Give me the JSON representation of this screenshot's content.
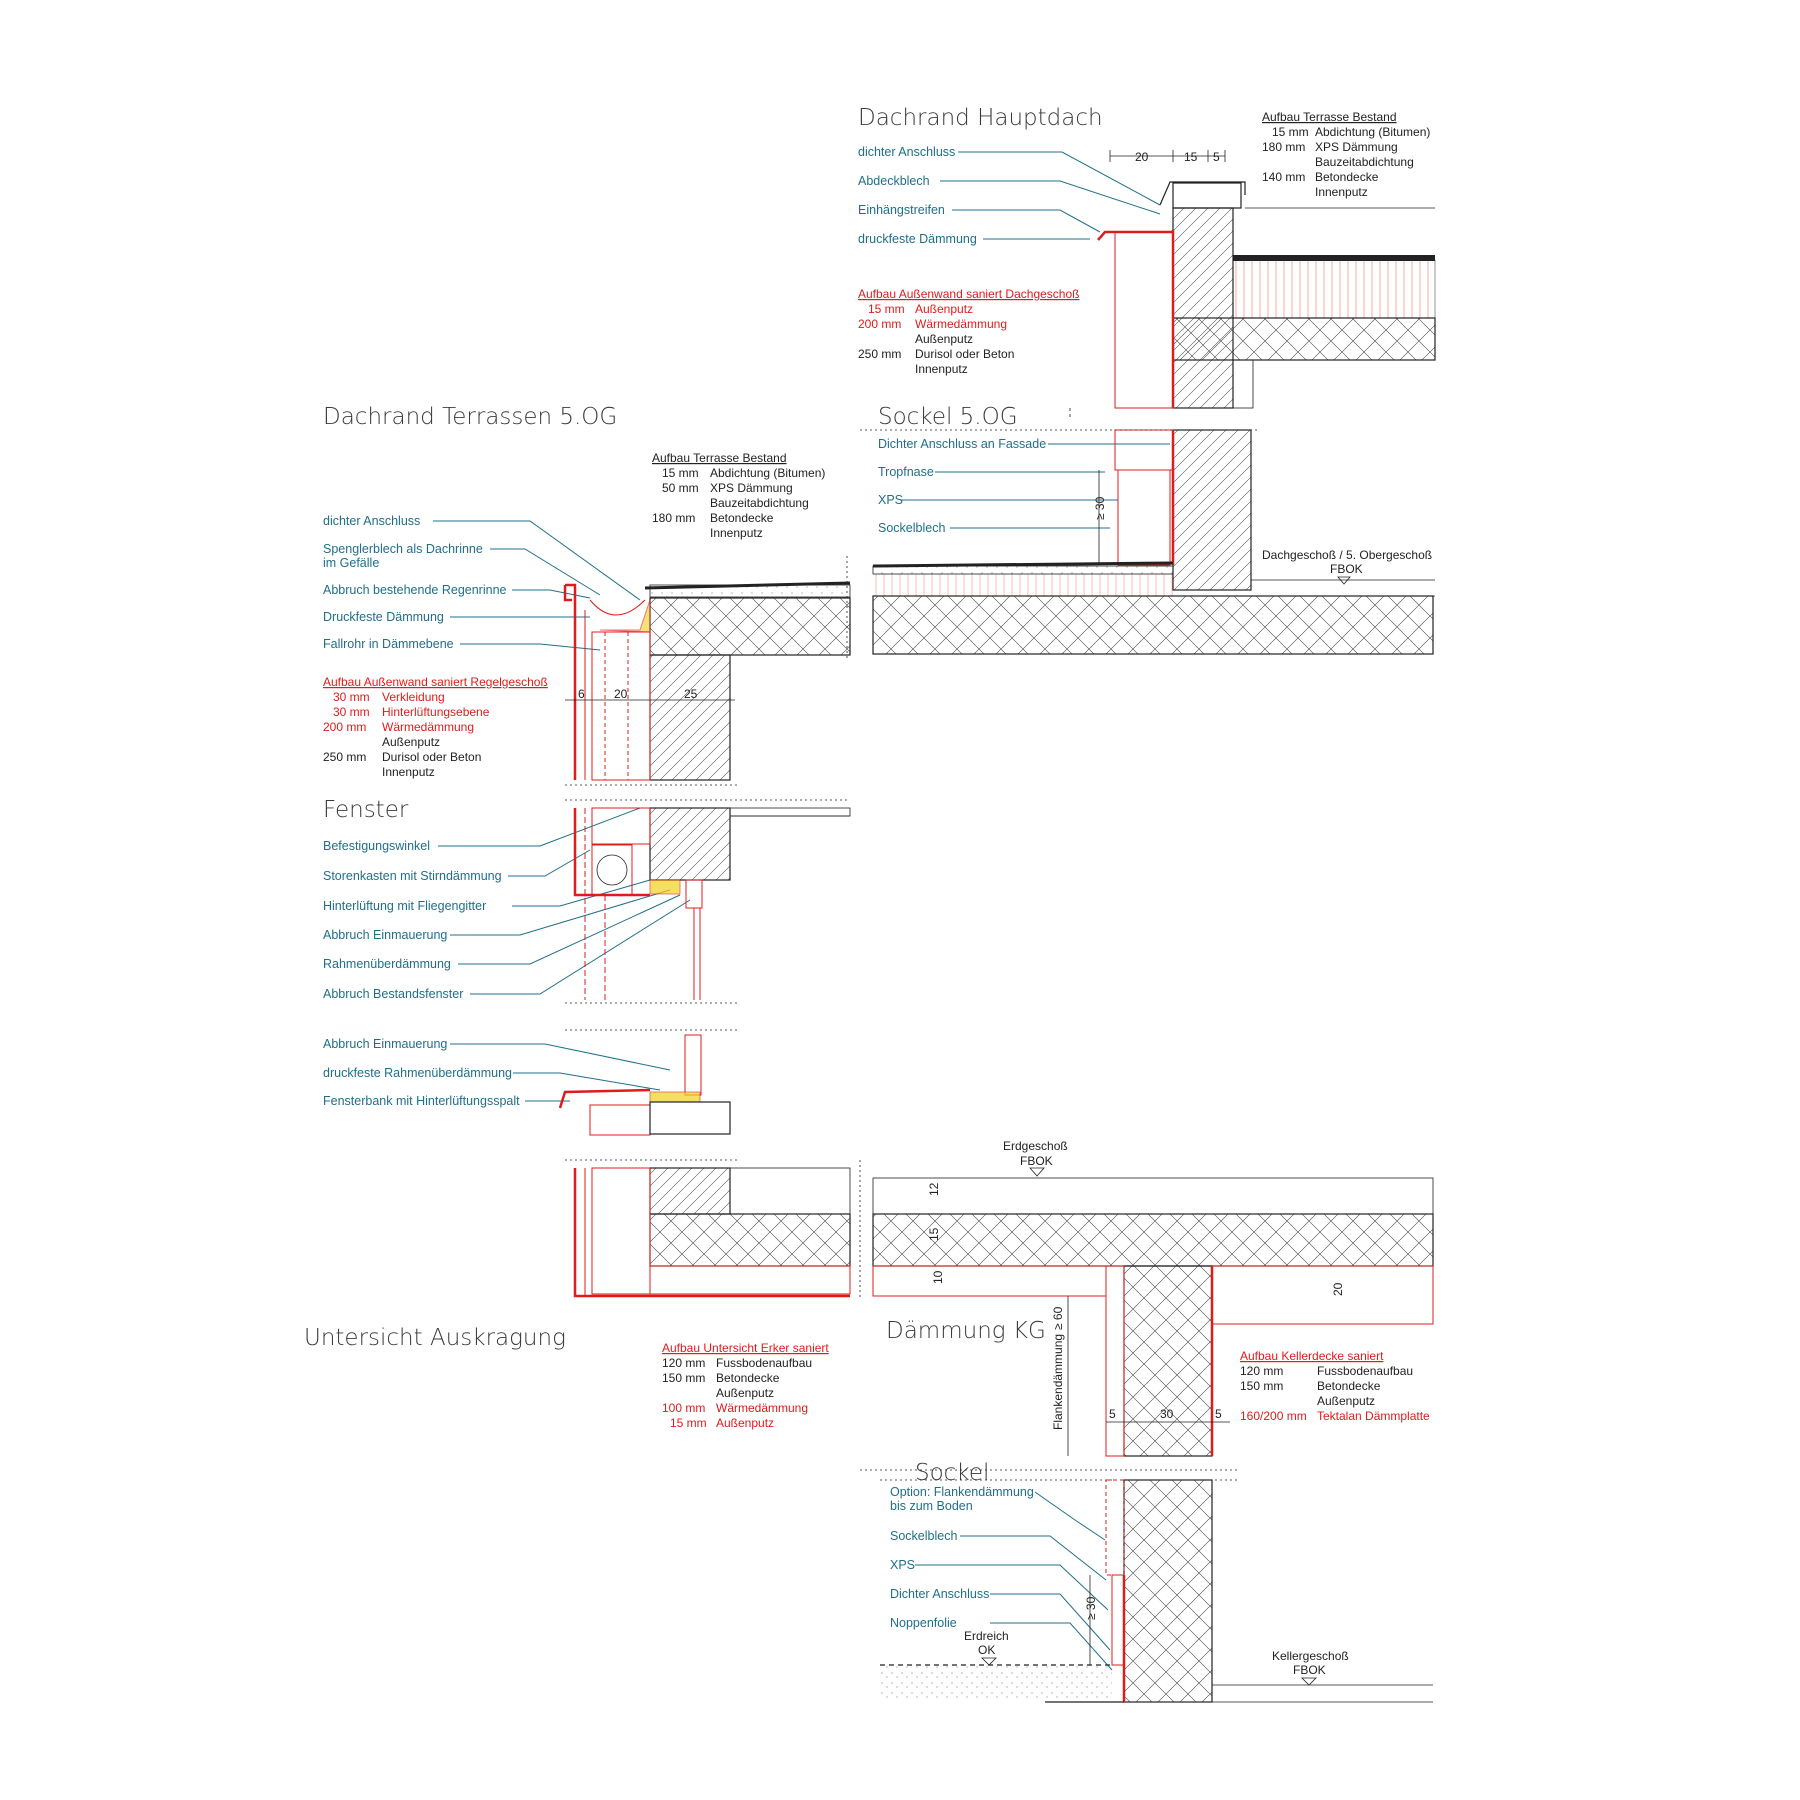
{
  "colors": {
    "label": "#1f6f8b",
    "red": "#e01b1b",
    "ink": "#222222",
    "yellow": "#f2d21b"
  },
  "sections": {
    "dachrand_hauptdach": {
      "title": "Dachrand Hauptdach",
      "labels": [
        "dichter Anschluss",
        "Abdeckblech",
        "Einhängstreifen",
        "druckfeste Dämmung"
      ],
      "bestand_heading": "Aufbau Terrasse Bestand",
      "bestand_rows": [
        {
          "mm": "15 mm",
          "text": "Abdichtung (Bitumen)"
        },
        {
          "mm": "180 mm",
          "text": "XPS Dämmung"
        },
        {
          "mm": "",
          "text": "Bauzeitabdichtung"
        },
        {
          "mm": "140 mm",
          "text": "Betondecke"
        },
        {
          "mm": "",
          "text": "Innenputz"
        }
      ],
      "saniert_heading": "Aufbau Außenwand saniert Dachgeschoß",
      "saniert_rows": [
        {
          "mm": "15 mm",
          "text": "Außenputz",
          "red": true
        },
        {
          "mm": "200 mm",
          "text": "Wärmedämmung",
          "red": true
        },
        {
          "mm": "",
          "text": "Außenputz",
          "red": false
        },
        {
          "mm": "250 mm",
          "text": "Durisol oder Beton",
          "red": false
        },
        {
          "mm": "",
          "text": "Innenputz",
          "red": false
        }
      ],
      "dims": [
        "20",
        "15",
        "5"
      ]
    },
    "dachrand_terrassen": {
      "title": "Dachrand Terrassen 5.OG",
      "labels": [
        "dichter Anschluss",
        "Spenglerblech als Dachrinne",
        "im Gefälle",
        "Abbruch bestehende Regenrinne",
        "Druckfeste Dämmung",
        "Fallrohr in Dämmebene"
      ],
      "bestand_heading": "Aufbau Terrasse Bestand",
      "bestand_rows": [
        {
          "mm": "15 mm",
          "text": "Abdichtung (Bitumen)"
        },
        {
          "mm": "50 mm",
          "text": "XPS Dämmung"
        },
        {
          "mm": "",
          "text": "Bauzeitabdichtung"
        },
        {
          "mm": "180 mm",
          "text": "Betondecke"
        },
        {
          "mm": "",
          "text": "Innenputz"
        }
      ],
      "saniert_heading": "Aufbau Außenwand saniert Regelgeschoß",
      "saniert_rows": [
        {
          "mm": "30 mm",
          "text": "Verkleidung",
          "red": true
        },
        {
          "mm": "30 mm",
          "text": "Hinterlüftungsebene",
          "red": true
        },
        {
          "mm": "200 mm",
          "text": "Wärmedämmung",
          "red": true
        },
        {
          "mm": "",
          "text": "Außenputz",
          "red": false
        },
        {
          "mm": "250 mm",
          "text": "Durisol oder Beton",
          "red": false
        },
        {
          "mm": "",
          "text": "Innenputz",
          "red": false
        }
      ],
      "dims": [
        "6",
        "20",
        "25"
      ]
    },
    "sockel_5og": {
      "title": "Sockel 5.OG",
      "labels": [
        "Dichter Anschluss an Fassade",
        "Tropfnase",
        "XPS",
        "Sockelblech"
      ],
      "dim": "≥ 30",
      "level": "Dachgeschoß / 5. Obergeschoß",
      "level_mark": "FBOK"
    },
    "fenster": {
      "title": "Fenster",
      "labels_top": [
        "Befestigungswinkel",
        "Storenkasten mit Stirndämmung",
        "Hinterlüftung mit Fliegengitter",
        "Abbruch Einmauerung",
        "Rahmenüberdämmung",
        "Abbruch Bestandsfenster"
      ],
      "labels_bottom": [
        "Abbruch Einmauerung",
        "druckfeste Rahmenüberdämmung",
        "Fensterbank mit Hinterlüftungsspalt"
      ]
    },
    "untersicht": {
      "title": "Untersicht Auskragung",
      "heading": "Aufbau Untersicht Erker saniert",
      "rows": [
        {
          "mm": "120 mm",
          "text": "Fussbodenaufbau",
          "red": false
        },
        {
          "mm": "150 mm",
          "text": "Betondecke",
          "red": false
        },
        {
          "mm": "",
          "text": "Außenputz",
          "red": false
        },
        {
          "mm": "100 mm",
          "text": "Wärmedämmung",
          "red": true
        },
        {
          "mm": "15 mm",
          "text": "Außenputz",
          "red": true
        }
      ],
      "level": "Erdgeschoß",
      "level_mark": "FBOK",
      "dims": [
        "12",
        "15",
        "10"
      ]
    },
    "daemmung_kg": {
      "title": "Dämmung KG",
      "heading": "Aufbau Kellerdecke saniert",
      "rows": [
        {
          "mm": "120 mm",
          "text": "Fussbodenaufbau",
          "red": false
        },
        {
          "mm": "150 mm",
          "text": "Betondecke",
          "red": false
        },
        {
          "mm": "",
          "text": "Außenputz",
          "red": false
        },
        {
          "mm": "160/200 mm",
          "text": "Tektalan Dämmplatte",
          "red": true
        }
      ],
      "flank_label": "Flankendämmung",
      "flank_dim": "≥ 60",
      "dims": [
        "5",
        "30",
        "5",
        "12",
        "15",
        "20"
      ]
    },
    "sockel": {
      "title": "Sockel",
      "labels": [
        "Option: Flankendämmung",
        "bis zum Boden",
        "Sockelblech",
        "XPS",
        "Dichter Anschluss",
        "Noppenfolie"
      ],
      "ground": "Erdreich",
      "ground_mark": "OK",
      "dim": "≥ 30",
      "level": "Kellergeschoß",
      "level_mark": "FBOK"
    }
  }
}
